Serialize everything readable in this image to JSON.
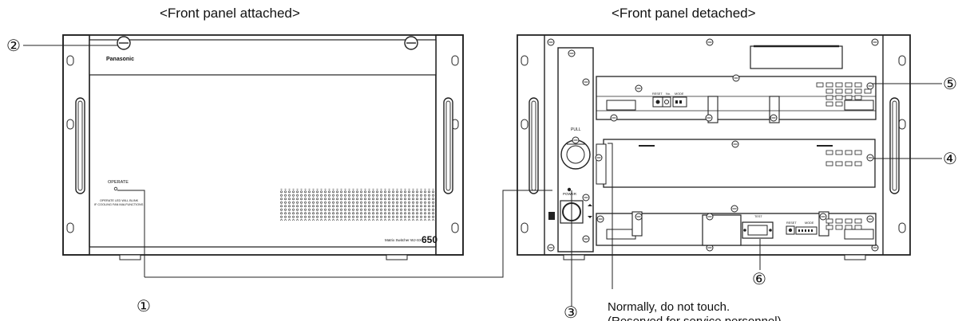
{
  "titles": {
    "attached": "<Front panel attached>",
    "detached": "<Front panel detached>"
  },
  "callouts": [
    "①",
    "②",
    "③",
    "④",
    "⑤",
    "⑥"
  ],
  "left_unit": {
    "brand": "Panasonic",
    "operate_label": "OPERATE",
    "warning_line1": "OPERATE LED WILL BLINK",
    "warning_line2": "IF COOLING FAN MALFUNCTIONS",
    "model_prefix": "Matrix Switcher WJ-SX",
    "model_number": "650"
  },
  "right_unit": {
    "pull_label": "PULL",
    "power_label": "POWER",
    "top_card": {
      "reset": "RESET",
      "no": "No.",
      "mode": "MODE"
    },
    "bottom_card": {
      "test": "TEST",
      "reset": "RESET",
      "mode": "MODE"
    }
  },
  "note": {
    "line1": "Normally, do not touch.",
    "line2": "(Reserved for service personnel)"
  }
}
